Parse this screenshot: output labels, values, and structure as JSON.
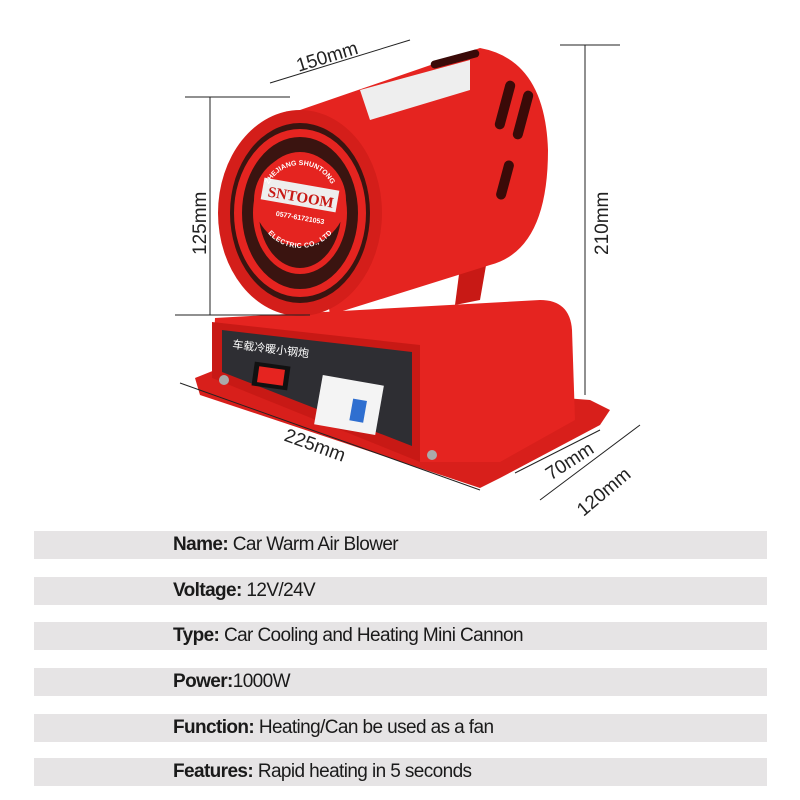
{
  "colors": {
    "product_red": "#e52420",
    "row_bg": "#e6e4e5",
    "panel_dark": "#2e2e33"
  },
  "dimensions": {
    "width_top": "150mm",
    "front_height": "125mm",
    "total_height": "210mm",
    "base_length": "225mm",
    "depth_inner": "70mm",
    "depth_outer": "120mm"
  },
  "product_labels": {
    "brand": "SNTOOM",
    "maker_top": "ZHEJIANG SHUNTONG",
    "maker_bottom": "ELECTRIC CO., LTD",
    "phone": "0577-61721053",
    "panel_title": "车载冷暖小钢炮"
  },
  "specs": [
    {
      "label": "Name:",
      "value": " Car Warm Air Blower"
    },
    {
      "label": "Voltage:",
      "value": " 12V/24V"
    },
    {
      "label": "Type:",
      "value": " Car Cooling and Heating Mini Cannon"
    },
    {
      "label": "Power:",
      "value": "1000W"
    },
    {
      "label": "Function:",
      "value": " Heating/Can be used as a fan"
    },
    {
      "label": "Features:",
      "value": " Rapid heating in 5 seconds"
    }
  ]
}
